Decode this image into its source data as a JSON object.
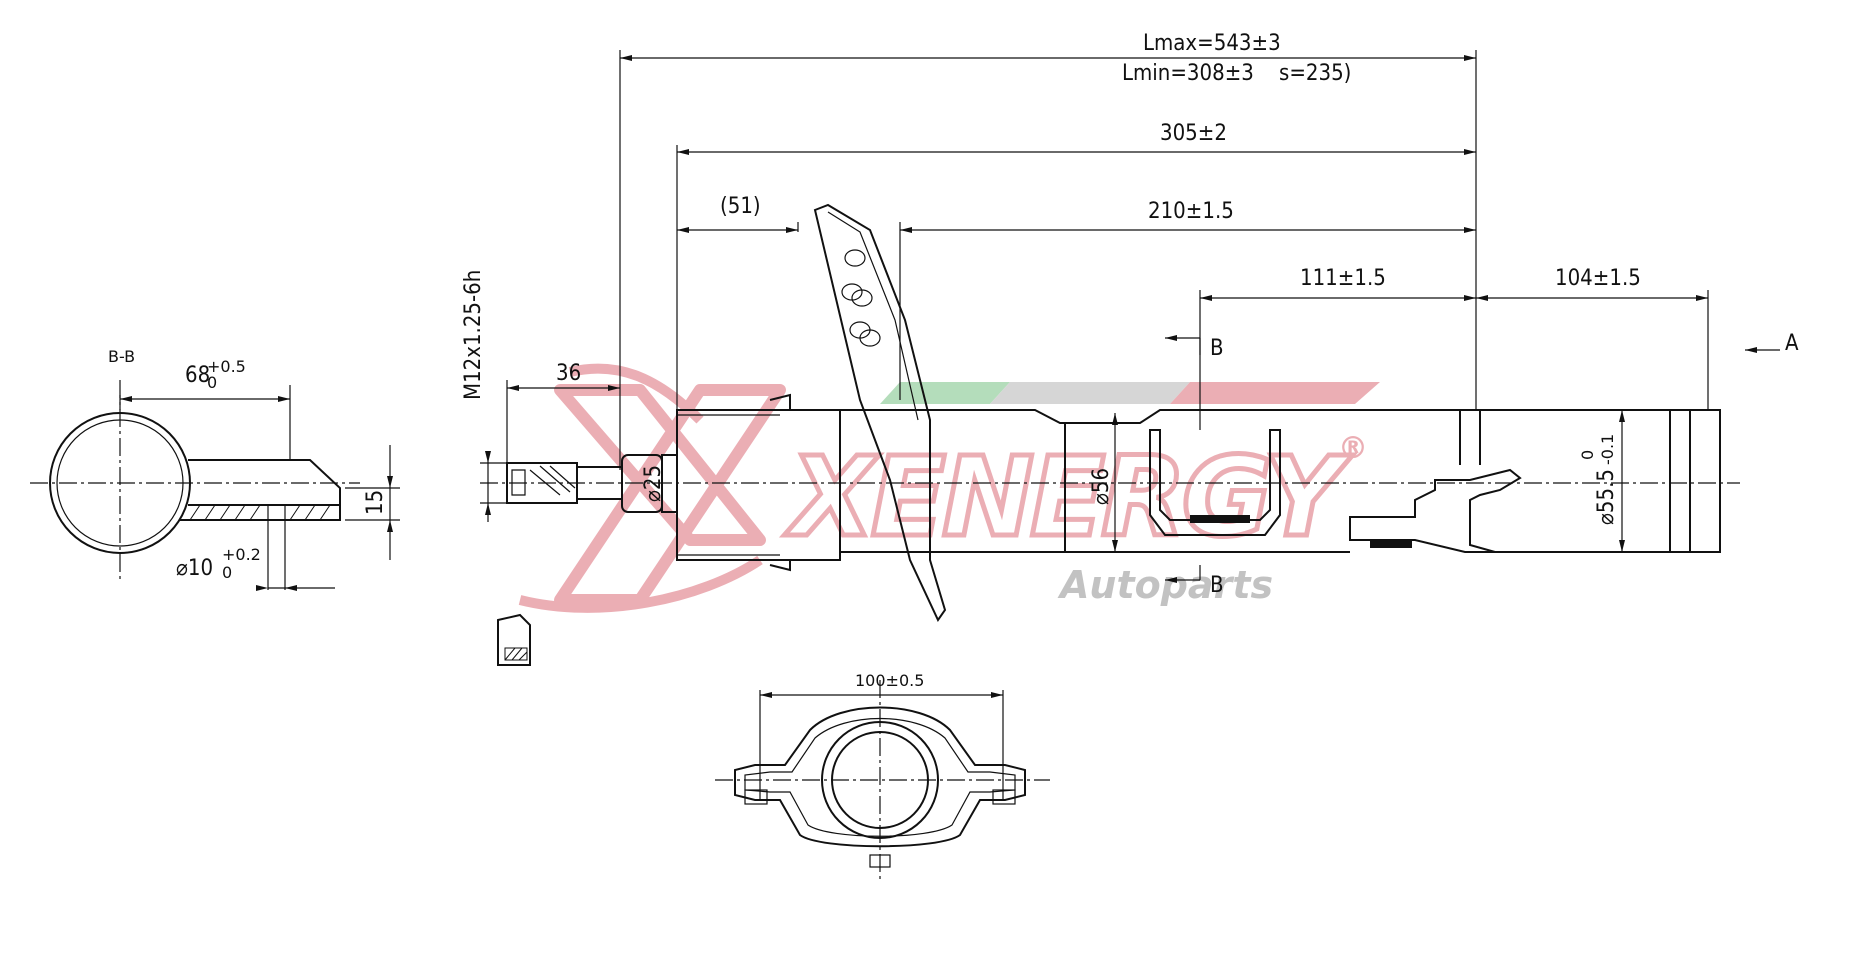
{
  "dimensions": {
    "lmax": "Lmax=543±3",
    "lmin": "Lmin=308±3    s=235)",
    "d305": "305±2",
    "d51": "(51)",
    "d210": "210±1.5",
    "d111": "111±1.5",
    "d104": "104±1.5",
    "d36": "36",
    "thread": "M12x1.25-6h",
    "dia25": "⌀25",
    "dia56": "⌀56",
    "dia55": "⌀55.5",
    "dia55_upper": "0",
    "dia55_lower": "-0.1",
    "bracket_width": "100±0.5"
  },
  "views": {
    "section_title": "B-B",
    "section_b_top": "B",
    "section_b_bottom": "B",
    "view_a": "A",
    "sec_68": "68",
    "sec_68_tol_upper": "+0.5",
    "sec_68_tol_lower": "0",
    "sec_15": "15",
    "sec_dia10": "⌀10",
    "sec_dia10_tol_upper": "+0.2",
    "sec_dia10_tol_lower": "0"
  },
  "watermark": {
    "brand": "XENERGY",
    "registered": "®",
    "sub": "Autoparts",
    "colors": {
      "red": "#e8a0a8",
      "green": "#a8d8b0",
      "grey": "#b8b8b8"
    }
  }
}
